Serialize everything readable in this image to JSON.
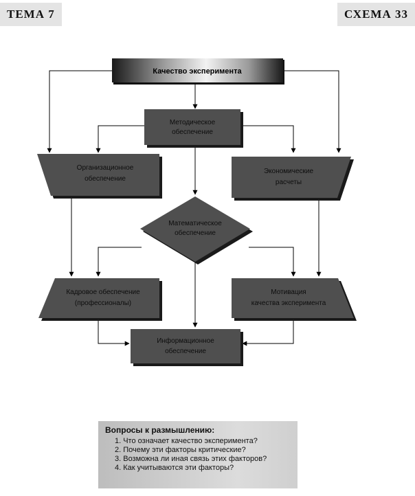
{
  "header": {
    "left": "ТЕМА 7",
    "right": "СХЕМА 33"
  },
  "diagram": {
    "nodes": {
      "top": "Качество эксперимента",
      "methodical": [
        "Методическое",
        "обеспечение"
      ],
      "organizational": [
        "Организационное",
        "обеспечение"
      ],
      "economic": [
        "Экономические",
        "расчеты"
      ],
      "mathematical": [
        "Математическое",
        "обеспечение"
      ],
      "staff": [
        "Кадровое обеспечение",
        "(профессионалы)"
      ],
      "motivation": [
        "Мотивация",
        "качества эксперимента"
      ],
      "information": [
        "Информационное",
        "обеспечение"
      ]
    }
  },
  "questions": {
    "title": "Вопросы к размышлению:",
    "items": [
      "1. Что означает качество эксперимента?",
      "2. Почему эти факторы критические?",
      "3. Возможна ли иная связь этих факторов?",
      "4. Как учитываются эти факторы?"
    ]
  },
  "colors": {
    "shape_fill": "#4f4f4f",
    "shape_shadow": "#1a1a1a",
    "line": "#000000"
  }
}
